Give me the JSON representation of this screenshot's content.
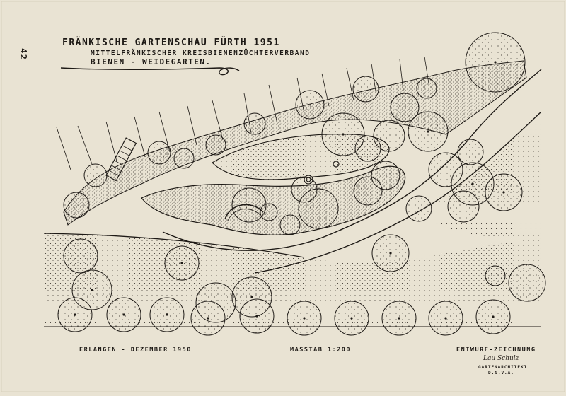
{
  "title": {
    "line1": "FRÄNKISCHE GARTENSCHAU FÜRTH 1951",
    "line2": "MITTELFRÄNKISCHER KREISBIENENZÜCHTERVERBAND",
    "line3": "BIENEN - WEIDEGARTEN."
  },
  "page_number": "42",
  "footer": {
    "left": "ERLANGEN - DEZEMBER 1950",
    "center": "MASSTAB 1:200",
    "right": "ENTWURF-ZEICHNUNG"
  },
  "credit": {
    "signature": "Lau Schulz",
    "role": "GARTENARCHITEKT",
    "association": "D.G.V.A."
  },
  "colors": {
    "paper": "#e9e3d3",
    "ink": "#1e1a16"
  }
}
